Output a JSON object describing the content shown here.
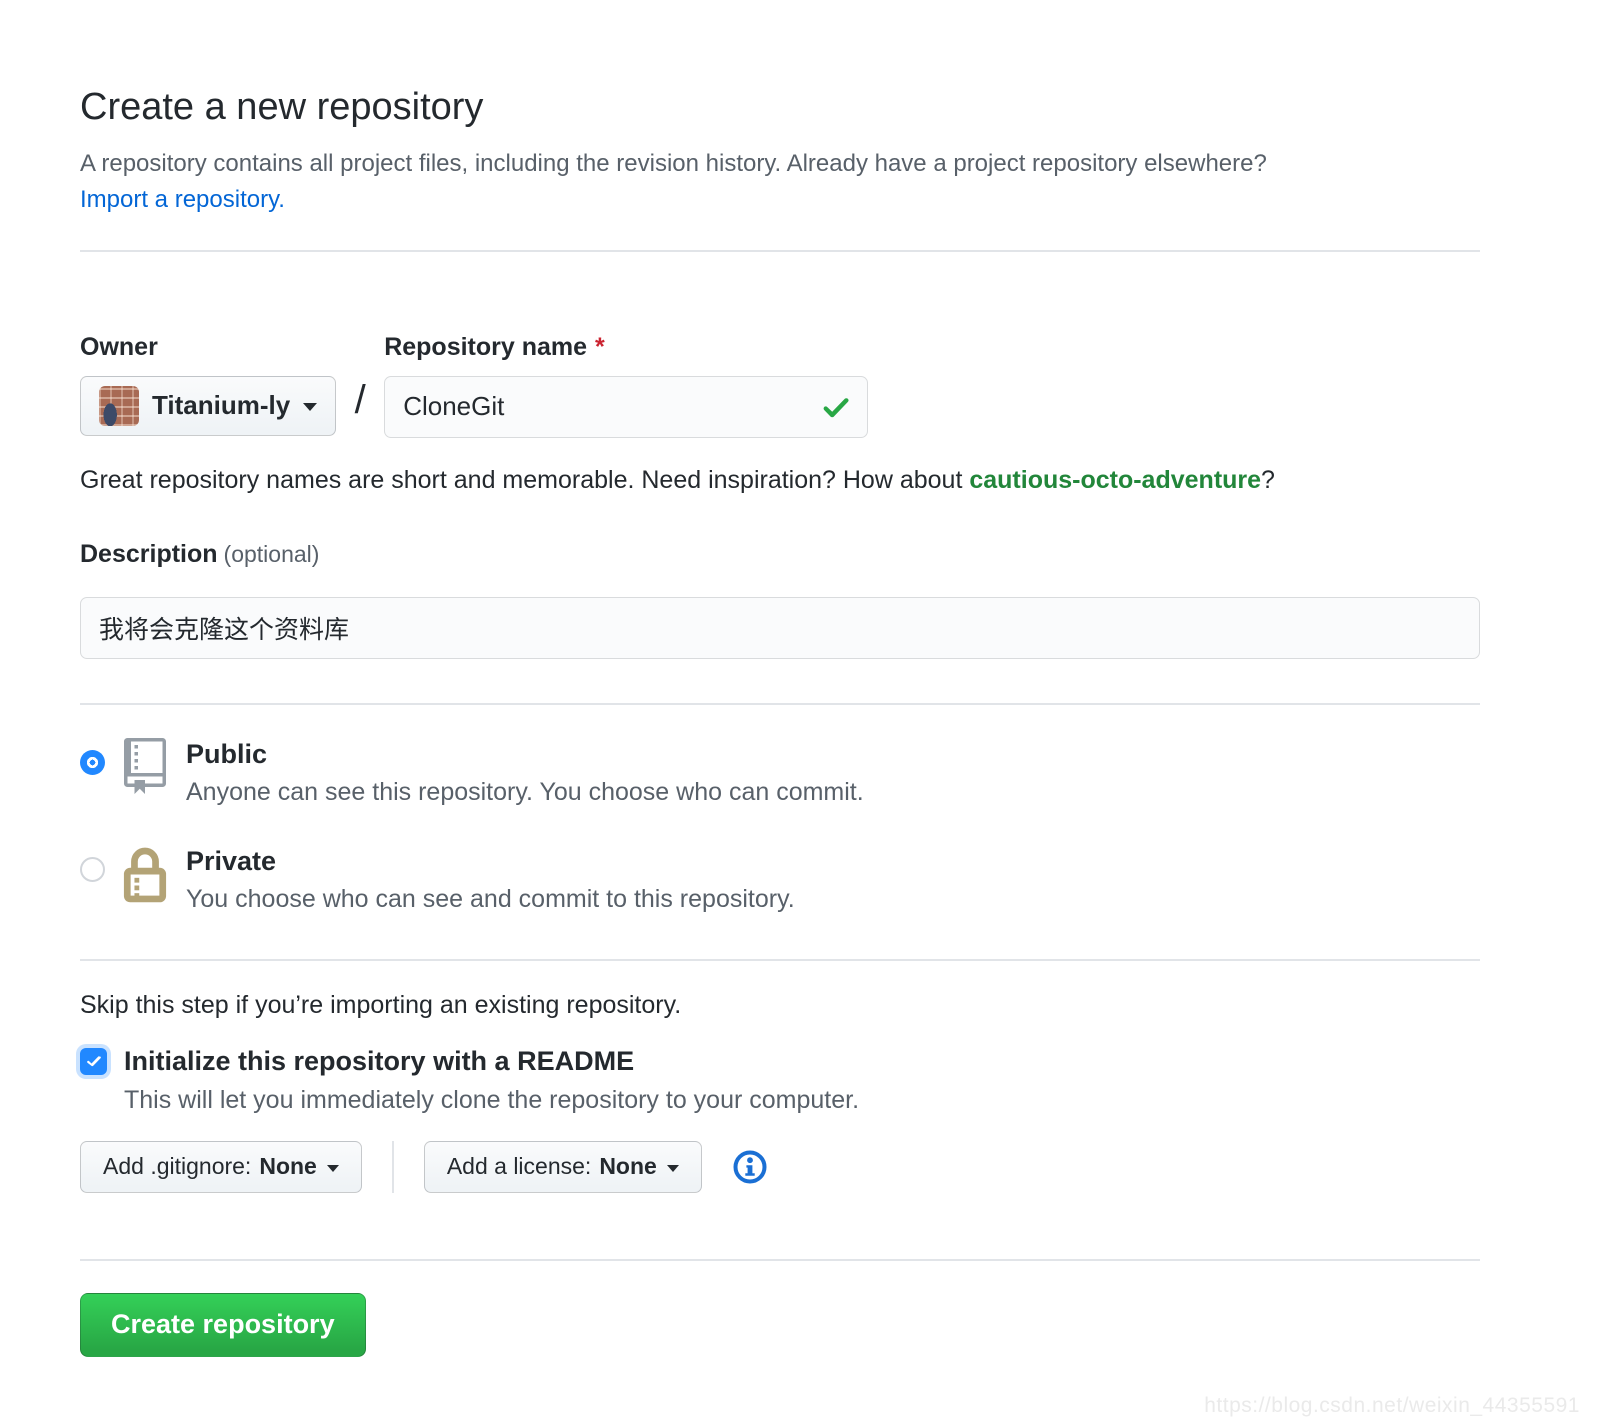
{
  "page": {
    "title": "Create a new repository",
    "subtitle": "A repository contains all project files, including the revision history. Already have a project repository elsewhere?",
    "import_link": "Import a repository."
  },
  "form": {
    "owner": {
      "label": "Owner",
      "value": "Titanium-ly"
    },
    "separator": "/",
    "repo_name": {
      "label": "Repository name",
      "required_marker": "*",
      "value": "CloneGit"
    },
    "hint": {
      "prefix": "Great repository names are short and memorable. Need inspiration? How about ",
      "suggestion": "cautious-octo-adventure",
      "suffix": "?"
    },
    "description": {
      "label": "Description",
      "optional": "(optional)",
      "value": "我将会克隆这个资料库"
    },
    "visibility": {
      "public": {
        "label": "Public",
        "description": "Anyone can see this repository. You choose who can commit.",
        "selected": true
      },
      "private": {
        "label": "Private",
        "description": "You choose who can see and commit to this repository.",
        "selected": false
      }
    },
    "skip_note": "Skip this step if you’re importing an existing repository.",
    "readme": {
      "label": "Initialize this repository with a README",
      "description": "This will let you immediately clone the repository to your computer.",
      "checked": true
    },
    "gitignore_button": {
      "prefix": "Add .gitignore:",
      "value": "None"
    },
    "license_button": {
      "prefix": "Add a license:",
      "value": "None"
    },
    "submit": "Create repository"
  },
  "icons": {
    "owner_caret": "chevron-down",
    "repo_valid": "check",
    "public": "repo-book",
    "private": "lock",
    "readme_checkbox": "check",
    "addons_info": "info-circle"
  },
  "colors": {
    "link_blue": "#0366d6",
    "radio_checkbox_blue": "#2188ff",
    "success_green": "#28a745",
    "suggestion_green": "#22863a",
    "required_red": "#cb2431",
    "public_icon_gray": "#959da5",
    "private_lock_tan": "#b3a376",
    "muted_text": "#586069"
  },
  "watermark": "https://blog.csdn.net/weixin_44355591"
}
